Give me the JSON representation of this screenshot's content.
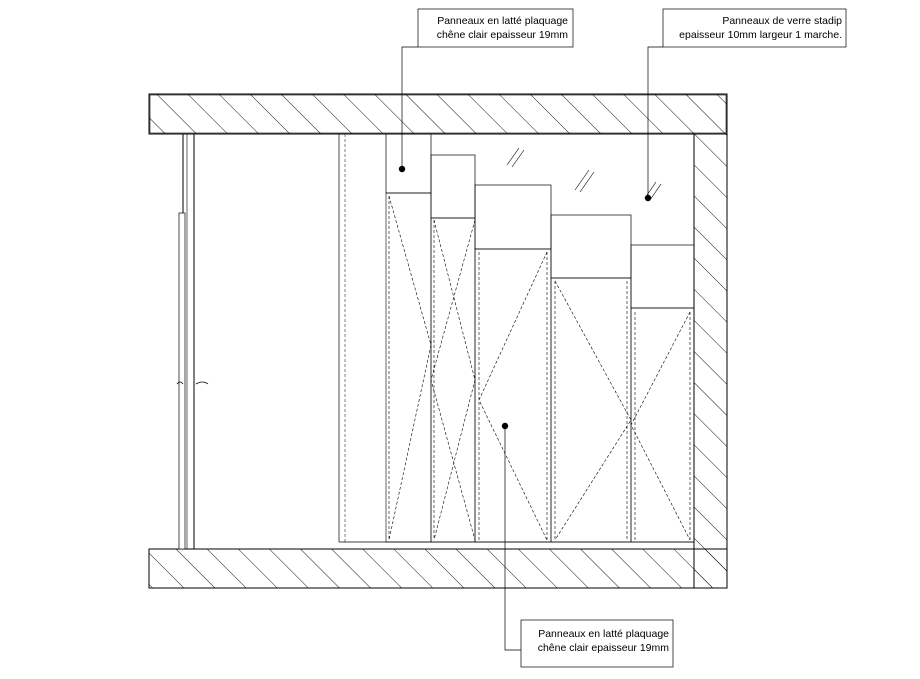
{
  "callouts": {
    "top_left": {
      "line1": "Panneaux en latté plaquage",
      "line2": "chêne clair epaisseur 19mm"
    },
    "top_right": {
      "line1": "Panneaux de verre stadip",
      "line2": "epaisseur 10mm largeur 1 marche."
    },
    "bottom": {
      "line1": "Panneaux en latté plaquage",
      "line2": "chêne clair epaisseur 19mm"
    }
  },
  "colors": {
    "line": "#000000",
    "background": "#ffffff"
  }
}
